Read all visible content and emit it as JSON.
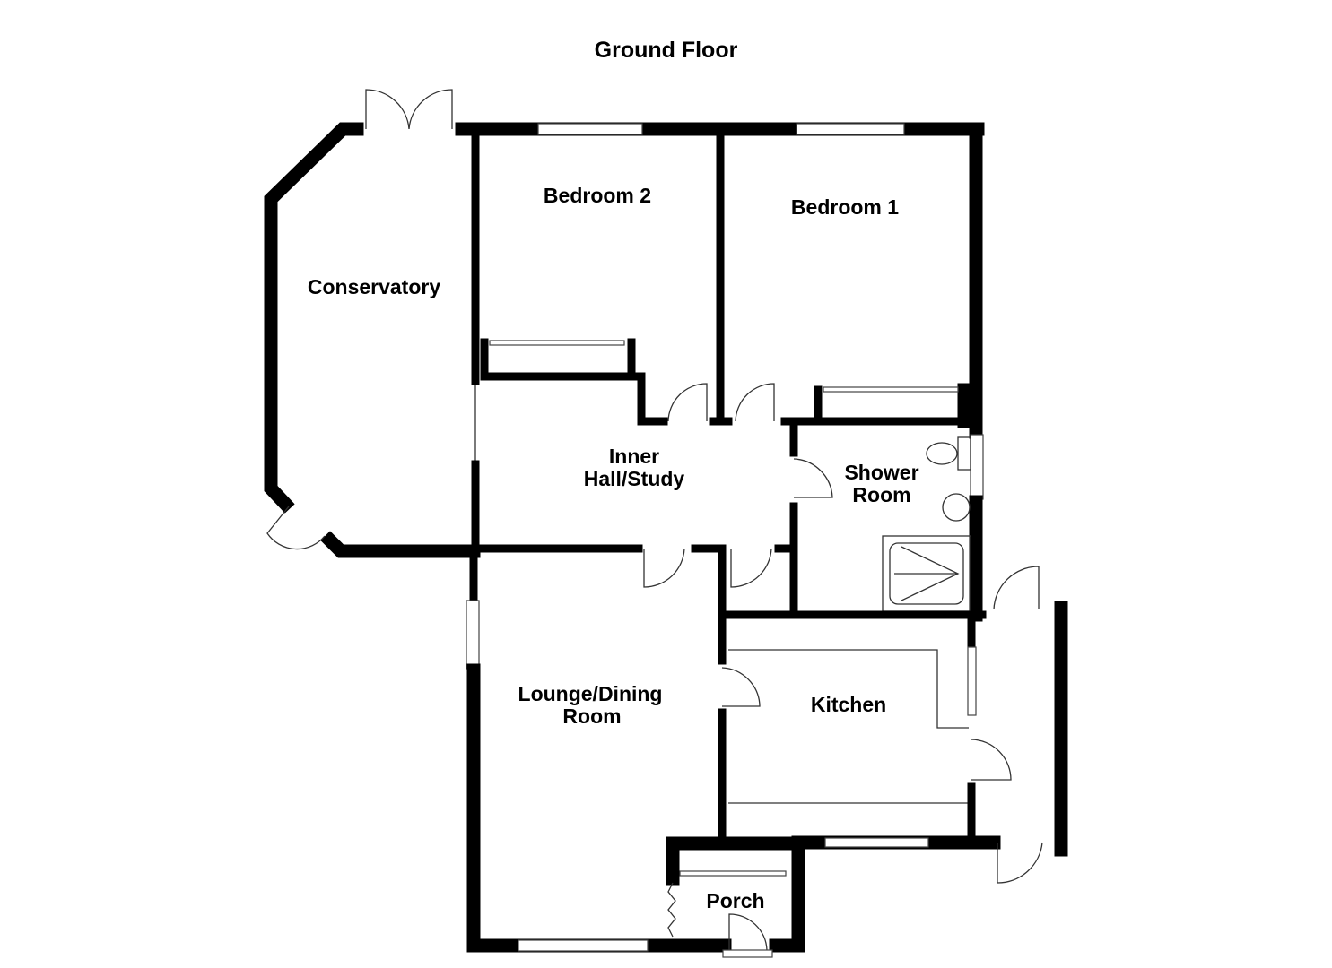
{
  "title": "Ground Floor",
  "rooms": {
    "bedroom2": "Bedroom 2",
    "bedroom1": "Bedroom 1",
    "conservatory": "Conservatory",
    "inner_hall_1": "Inner",
    "inner_hall_2": "Hall/Study",
    "shower_1": "Shower",
    "shower_2": "Room",
    "lounge_1": "Lounge/Dining",
    "lounge_2": "Room",
    "kitchen": "Kitchen",
    "porch": "Porch"
  }
}
